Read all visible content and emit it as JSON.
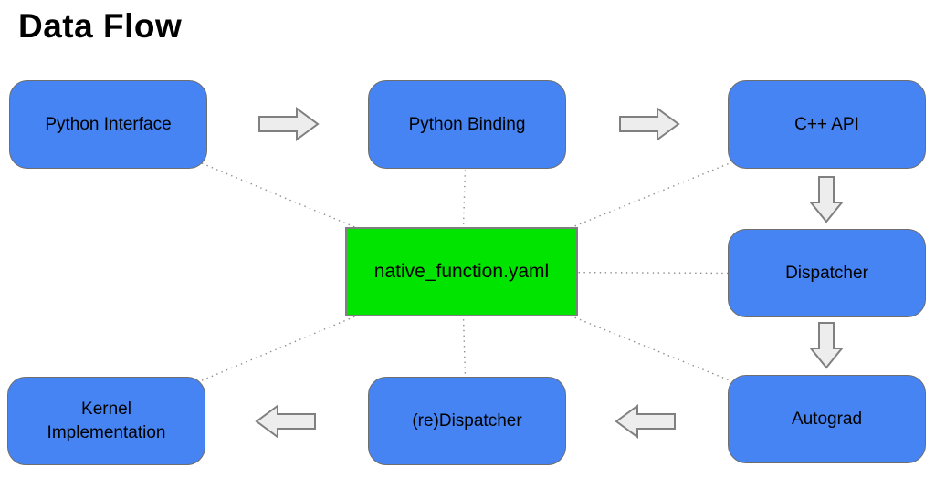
{
  "title": "Data Flow",
  "nodes": [
    {
      "id": "python-interface",
      "label": "Python Interface"
    },
    {
      "id": "python-binding",
      "label": "Python Binding"
    },
    {
      "id": "cpp-api",
      "label": "C++ API"
    },
    {
      "id": "dispatcher",
      "label": "Dispatcher"
    },
    {
      "id": "autograd",
      "label": "Autograd"
    },
    {
      "id": "re-dispatcher",
      "label": "(re)Dispatcher"
    },
    {
      "id": "kernel-implementation",
      "label": "Kernel Implementation"
    }
  ],
  "center_node": {
    "label": "native_function.yaml"
  },
  "flow": [
    "Python Interface -> Python Binding",
    "Python Binding -> C++ API",
    "C++ API -> Dispatcher",
    "Dispatcher -> Autograd",
    "Autograd -> (re)Dispatcher",
    "(re)Dispatcher -> Kernel Implementation"
  ],
  "colors": {
    "node_fill": "#4584f2",
    "node_stroke": "#6e6e6e",
    "center_fill": "#00e400",
    "center_stroke": "#7f7f7f",
    "arrow_fill": "#ededed",
    "arrow_stroke": "#808080",
    "connector": "#8c8c8c",
    "text": "#000000",
    "bg": "#ffffff"
  }
}
